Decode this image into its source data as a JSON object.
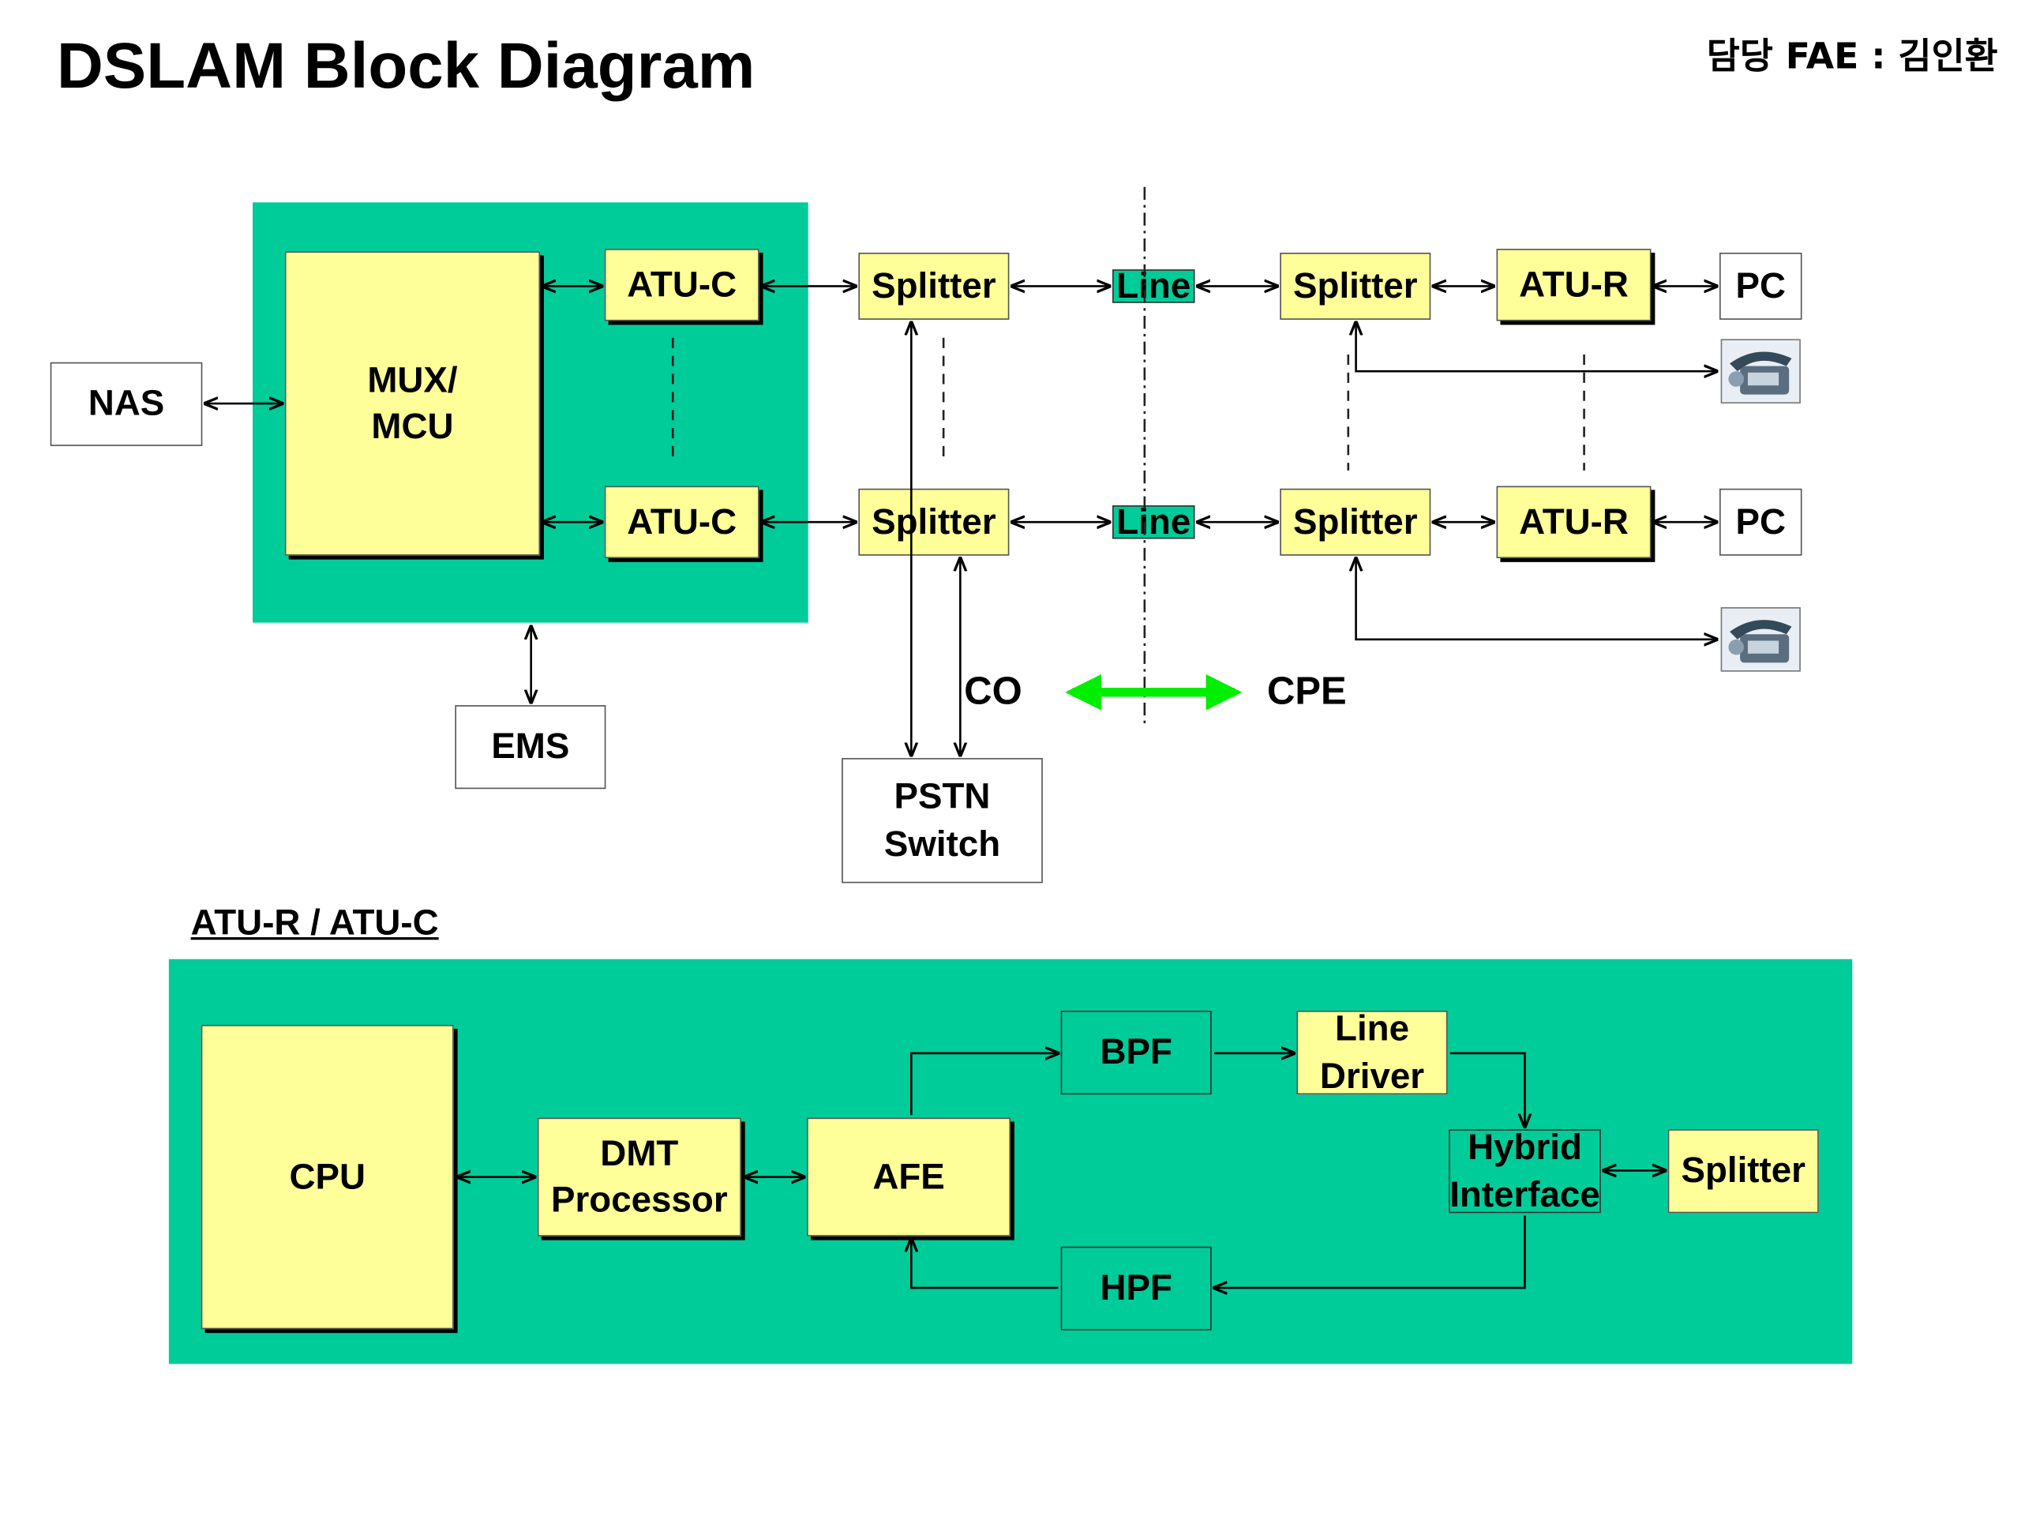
{
  "title": "DSLAM Block Diagram",
  "author": "담당 FAE : 김인환",
  "top": {
    "nas": "NAS",
    "mux": "MUX/\nMCU",
    "atu_c_1": "ATU-C",
    "atu_c_2": "ATU-C",
    "splitter_co_1": "Splitter",
    "splitter_co_2": "Splitter",
    "line_1": "Line",
    "line_2": "Line",
    "splitter_cpe_1": "Splitter",
    "splitter_cpe_2": "Splitter",
    "atu_r_1": "ATU-R",
    "atu_r_2": "ATU-R",
    "pc_1": "PC",
    "pc_2": "PC",
    "ems": "EMS",
    "pstn": "PSTN\nSwitch",
    "co": "CO",
    "cpe": "CPE",
    "phone_icon": "telephone-icon"
  },
  "bottom": {
    "section_title": "ATU-R / ATU-C",
    "cpu": "CPU",
    "dmt": "DMT\nProcessor",
    "afe": "AFE",
    "bpf": "BPF",
    "line_driver": "Line\nDriver",
    "hybrid": "Hybrid\nInterface",
    "hpf": "HPF",
    "splitter": "Splitter"
  },
  "colors": {
    "background_green": "#00cc99",
    "box_yellow": "#ffff99",
    "arrow_green": "#00ee00"
  }
}
